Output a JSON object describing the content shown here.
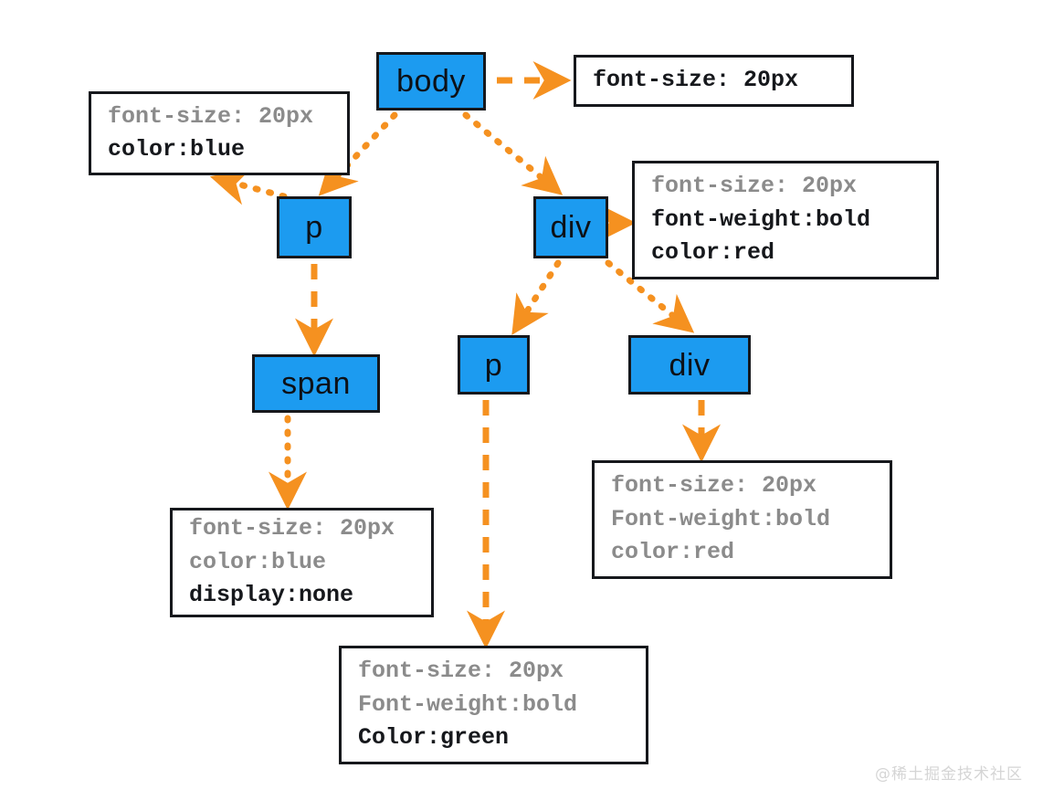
{
  "diagram": {
    "title": "CSS inheritance DOM tree",
    "accent_color": "#f59120",
    "node_fill": "#1c9bf0",
    "node_border": "#16181c",
    "inherited_text_color": "#8b8b8b",
    "declared_text_color": "#16181c",
    "nodes": [
      {
        "id": "body",
        "label": "body"
      },
      {
        "id": "p-top",
        "label": "p"
      },
      {
        "id": "div-top",
        "label": "div"
      },
      {
        "id": "span",
        "label": "span"
      },
      {
        "id": "p-bottom",
        "label": "p"
      },
      {
        "id": "div-bottom",
        "label": "div"
      }
    ],
    "rule_boxes": [
      {
        "id": "body-rules",
        "lines": [
          {
            "text": "font-size: 20px",
            "style": "declared"
          }
        ]
      },
      {
        "id": "p-top-rules",
        "lines": [
          {
            "text": "font-size: 20px",
            "style": "inherited"
          },
          {
            "text": "color:blue",
            "style": "declared"
          }
        ]
      },
      {
        "id": "div-top-rules",
        "lines": [
          {
            "text": "font-size: 20px",
            "style": "inherited"
          },
          {
            "text": "font-weight:bold",
            "style": "declared"
          },
          {
            "text": "color:red",
            "style": "declared"
          }
        ]
      },
      {
        "id": "span-rules",
        "lines": [
          {
            "text": "font-size: 20px",
            "style": "inherited"
          },
          {
            "text": "color:blue",
            "style": "inherited"
          },
          {
            "text": "display:none",
            "style": "declared"
          }
        ]
      },
      {
        "id": "p-bottom-rules",
        "lines": [
          {
            "text": "font-size: 20px",
            "style": "inherited"
          },
          {
            "text": "Font-weight:bold",
            "style": "inherited"
          },
          {
            "text": "Color:green",
            "style": "declared"
          }
        ]
      },
      {
        "id": "div-bottom-rules",
        "lines": [
          {
            "text": "font-size: 20px",
            "style": "inherited"
          },
          {
            "text": "Font-weight:bold",
            "style": "inherited"
          },
          {
            "text": "color:red",
            "style": "inherited"
          }
        ]
      }
    ],
    "edges": [
      {
        "from": "body",
        "to": "body-rules",
        "kind": "rule"
      },
      {
        "from": "body",
        "to": "p-top",
        "kind": "tree"
      },
      {
        "from": "body",
        "to": "div-top",
        "kind": "tree"
      },
      {
        "from": "p-top",
        "to": "p-top-rules",
        "kind": "rule"
      },
      {
        "from": "p-top",
        "to": "span",
        "kind": "tree"
      },
      {
        "from": "div-top",
        "to": "div-top-rules",
        "kind": "rule"
      },
      {
        "from": "div-top",
        "to": "p-bottom",
        "kind": "tree"
      },
      {
        "from": "div-top",
        "to": "div-bottom",
        "kind": "tree"
      },
      {
        "from": "span",
        "to": "span-rules",
        "kind": "rule"
      },
      {
        "from": "p-bottom",
        "to": "p-bottom-rules",
        "kind": "rule"
      },
      {
        "from": "div-bottom",
        "to": "div-bottom-rules",
        "kind": "rule"
      }
    ]
  },
  "watermark": {
    "text": "@稀土掘金技术社区"
  }
}
